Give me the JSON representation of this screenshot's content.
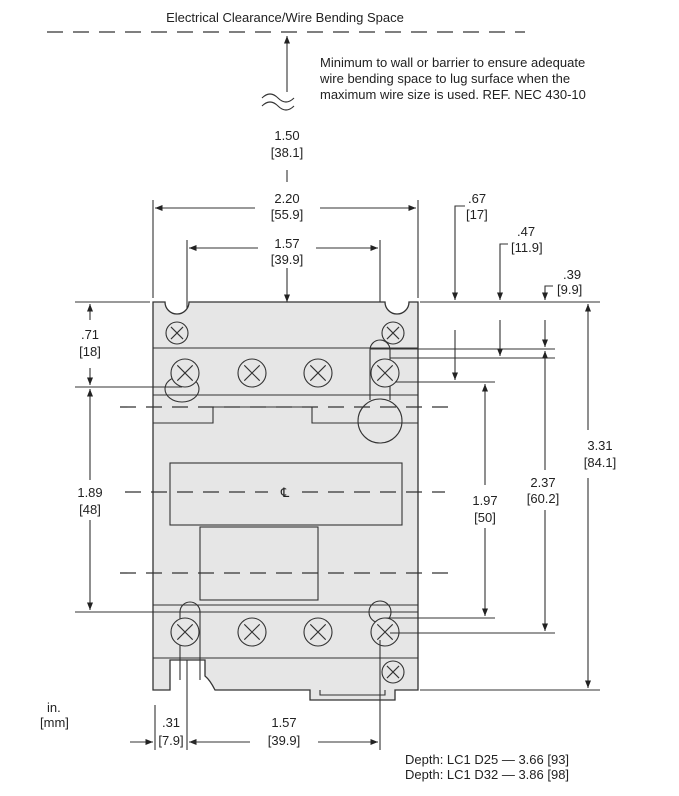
{
  "title": "Electrical Clearance/Wire Bending Space",
  "note": [
    "Minimum to wall or barrier to ensure adequate",
    "wire bending space to lug surface when the",
    "maximum wire size is used. REF. NEC 430-10"
  ],
  "dims": {
    "clearance": {
      "in": "1.50",
      "mm": "[38.1]"
    },
    "width": {
      "in": "2.20",
      "mm": "[55.9]"
    },
    "top_mount": {
      "in": "1.57",
      "mm": "[39.9]"
    },
    "d067": {
      "in": ".67",
      "mm": "[17]"
    },
    "d047": {
      "in": ".47",
      "mm": "[11.9]"
    },
    "d039": {
      "in": ".39",
      "mm": "[9.9]"
    },
    "d071": {
      "in": ".71",
      "mm": "[18]"
    },
    "d189": {
      "in": "1.89",
      "mm": "[48]"
    },
    "d197": {
      "in": "1.97",
      "mm": "[50]"
    },
    "d237": {
      "in": "2.37",
      "mm": "[60.2]"
    },
    "height": {
      "in": "3.31",
      "mm": "[84.1]"
    },
    "d031": {
      "in": ".31",
      "mm": "[7.9]"
    },
    "bottom_mount": {
      "in": "1.57",
      "mm": "[39.9]"
    }
  },
  "centerline_symbol": "℄",
  "units": {
    "in": "in.",
    "mm": "[mm]"
  },
  "depth": [
    "Depth: LC1 D25 — 3.66 [93]",
    "Depth: LC1 D32 — 3.86 [98]"
  ]
}
